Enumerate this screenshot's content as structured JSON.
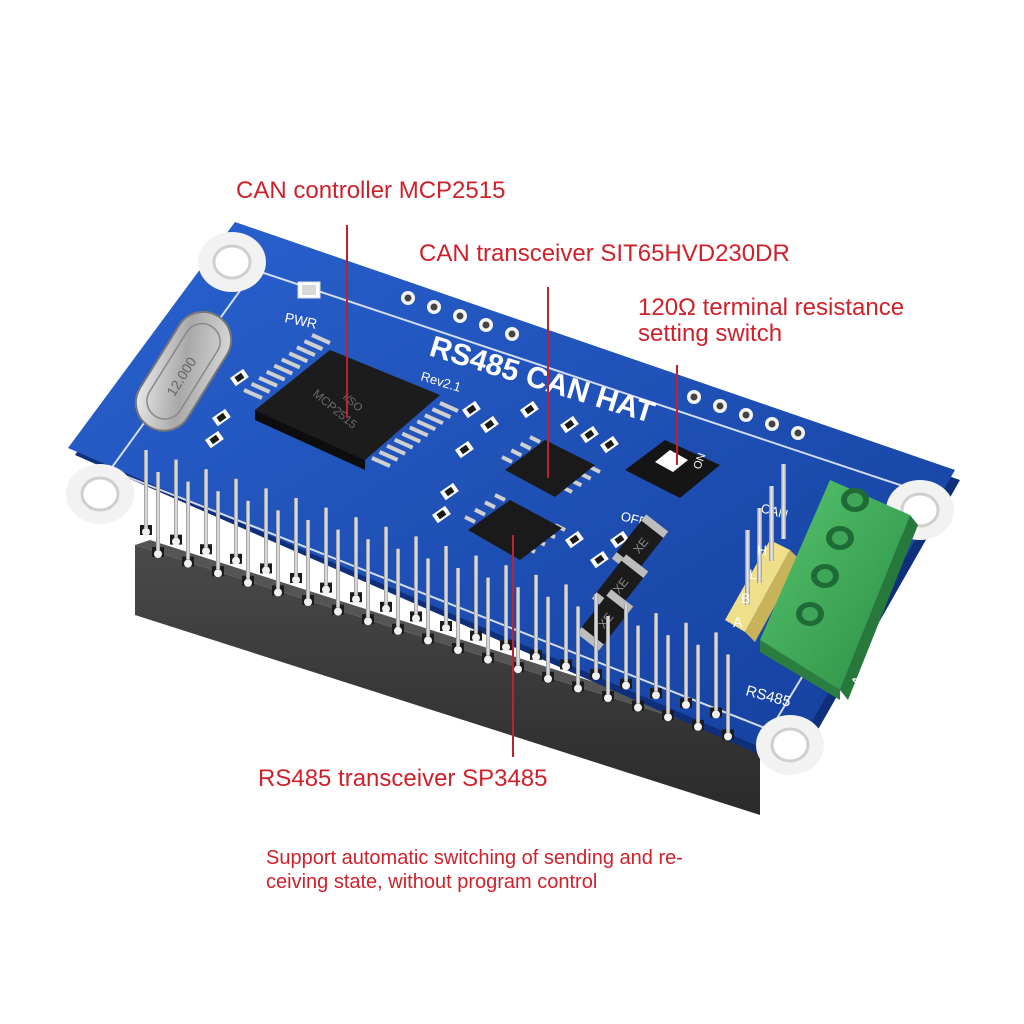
{
  "callouts": {
    "can_controller": "CAN controller MCP2515",
    "can_transceiver": "CAN transceiver SIT65HVD230DR",
    "terminal_line1": "120Ω terminal resistance",
    "terminal_line2": "setting switch",
    "rs485_transceiver": "RS485 transceiver SP3485",
    "note_line1": "Support automatic switching of sending and re-",
    "note_line2": "ceiving state, without program control"
  },
  "board": {
    "title": "RS485 CAN HAT",
    "revision": "Rev2.1",
    "pwr_label": "PWR",
    "crystal_marking": "12.000",
    "mcp_marking_1": "MCP2515",
    "mcp_marking_2": "I/SO",
    "switch_off_label": "OFF",
    "switch_on_label": "ON",
    "port_label": "RS485",
    "can_label": "CAN",
    "pin_labels": [
      "H",
      "L",
      "B",
      "A"
    ],
    "terminal_labels": [
      "H",
      "L",
      "B",
      "A"
    ],
    "diode_marking": "XE"
  },
  "colors": {
    "pcb": "#1a4fb8",
    "callout_text": "#d0202a",
    "terminal_block": "#3db25a"
  }
}
